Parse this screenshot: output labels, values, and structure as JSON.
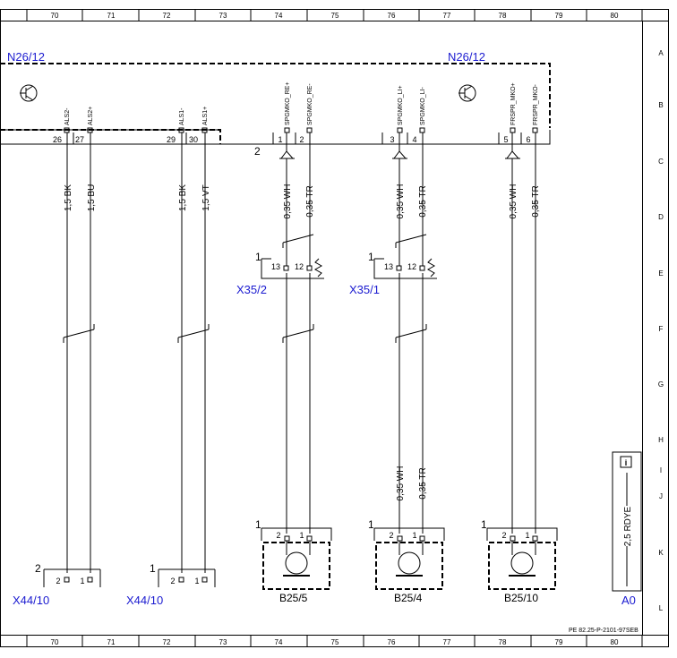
{
  "columns": [
    "70",
    "71",
    "72",
    "73",
    "74",
    "75",
    "76",
    "77",
    "78",
    "79",
    "80"
  ],
  "rows": [
    "A",
    "B",
    "C",
    "D",
    "E",
    "F",
    "G",
    "H",
    "I",
    "J",
    "K",
    "L"
  ],
  "modules": [
    {
      "id": "n26-left",
      "label": "N26/12"
    },
    {
      "id": "n26-right",
      "label": "N26/12"
    }
  ],
  "pins": [
    {
      "name": "ALS2-",
      "num": "26"
    },
    {
      "name": "ALS2+",
      "num": "27"
    },
    {
      "name": "ALS1-",
      "num": "29"
    },
    {
      "name": "ALS1+",
      "num": "30"
    },
    {
      "name": "SPGMKO_RE+",
      "num": "1"
    },
    {
      "name": "SPGMKO_RE-",
      "num": "2"
    },
    {
      "name": "SPGMKO_LI+",
      "num": "3"
    },
    {
      "name": "SPGMKO_LI-",
      "num": "4"
    },
    {
      "name": "FRSPR_MKO+",
      "num": "5"
    },
    {
      "name": "FRSPR_MKO-",
      "num": "6"
    }
  ],
  "ground_group_label": "2",
  "wires_top": [
    "1,5 BK",
    "1,5 BU",
    "1,5 BK",
    "1,5 VT",
    "0,35 WH",
    "0,35 TR",
    "0,35 WH",
    "0,35 TR",
    "0,35 WH",
    "0,35 TR"
  ],
  "wires_lower": [
    "0,35 WH",
    "0,35 TR"
  ],
  "connectors": [
    {
      "id": "x352",
      "label": "X35/2",
      "marker": "1",
      "pin_a": "13",
      "pin_b": "12"
    },
    {
      "id": "x351",
      "label": "X35/1",
      "marker": "1",
      "pin_a": "13",
      "pin_b": "12"
    }
  ],
  "mics": [
    {
      "id": "b255",
      "label": "B25/5",
      "marker": "1",
      "pin_a": "2",
      "pin_b": "1"
    },
    {
      "id": "b254",
      "label": "B25/4",
      "marker": "1",
      "pin_a": "2",
      "pin_b": "1"
    },
    {
      "id": "b2510",
      "label": "B25/10",
      "marker": "1",
      "pin_a": "2",
      "pin_b": "1"
    }
  ],
  "bottom_connectors": [
    {
      "id": "x4410a",
      "label": "X44/10",
      "marker": "2",
      "pin_a": "2",
      "pin_b": "1"
    },
    {
      "id": "x4410b",
      "label": "X44/10",
      "marker": "1",
      "pin_a": "2",
      "pin_b": "1"
    }
  ],
  "info_box": {
    "wire": "2,5 RDYE",
    "label": "A0",
    "icon": "i"
  },
  "doc_ref": "PE 82.25-P-2101-97SEB"
}
